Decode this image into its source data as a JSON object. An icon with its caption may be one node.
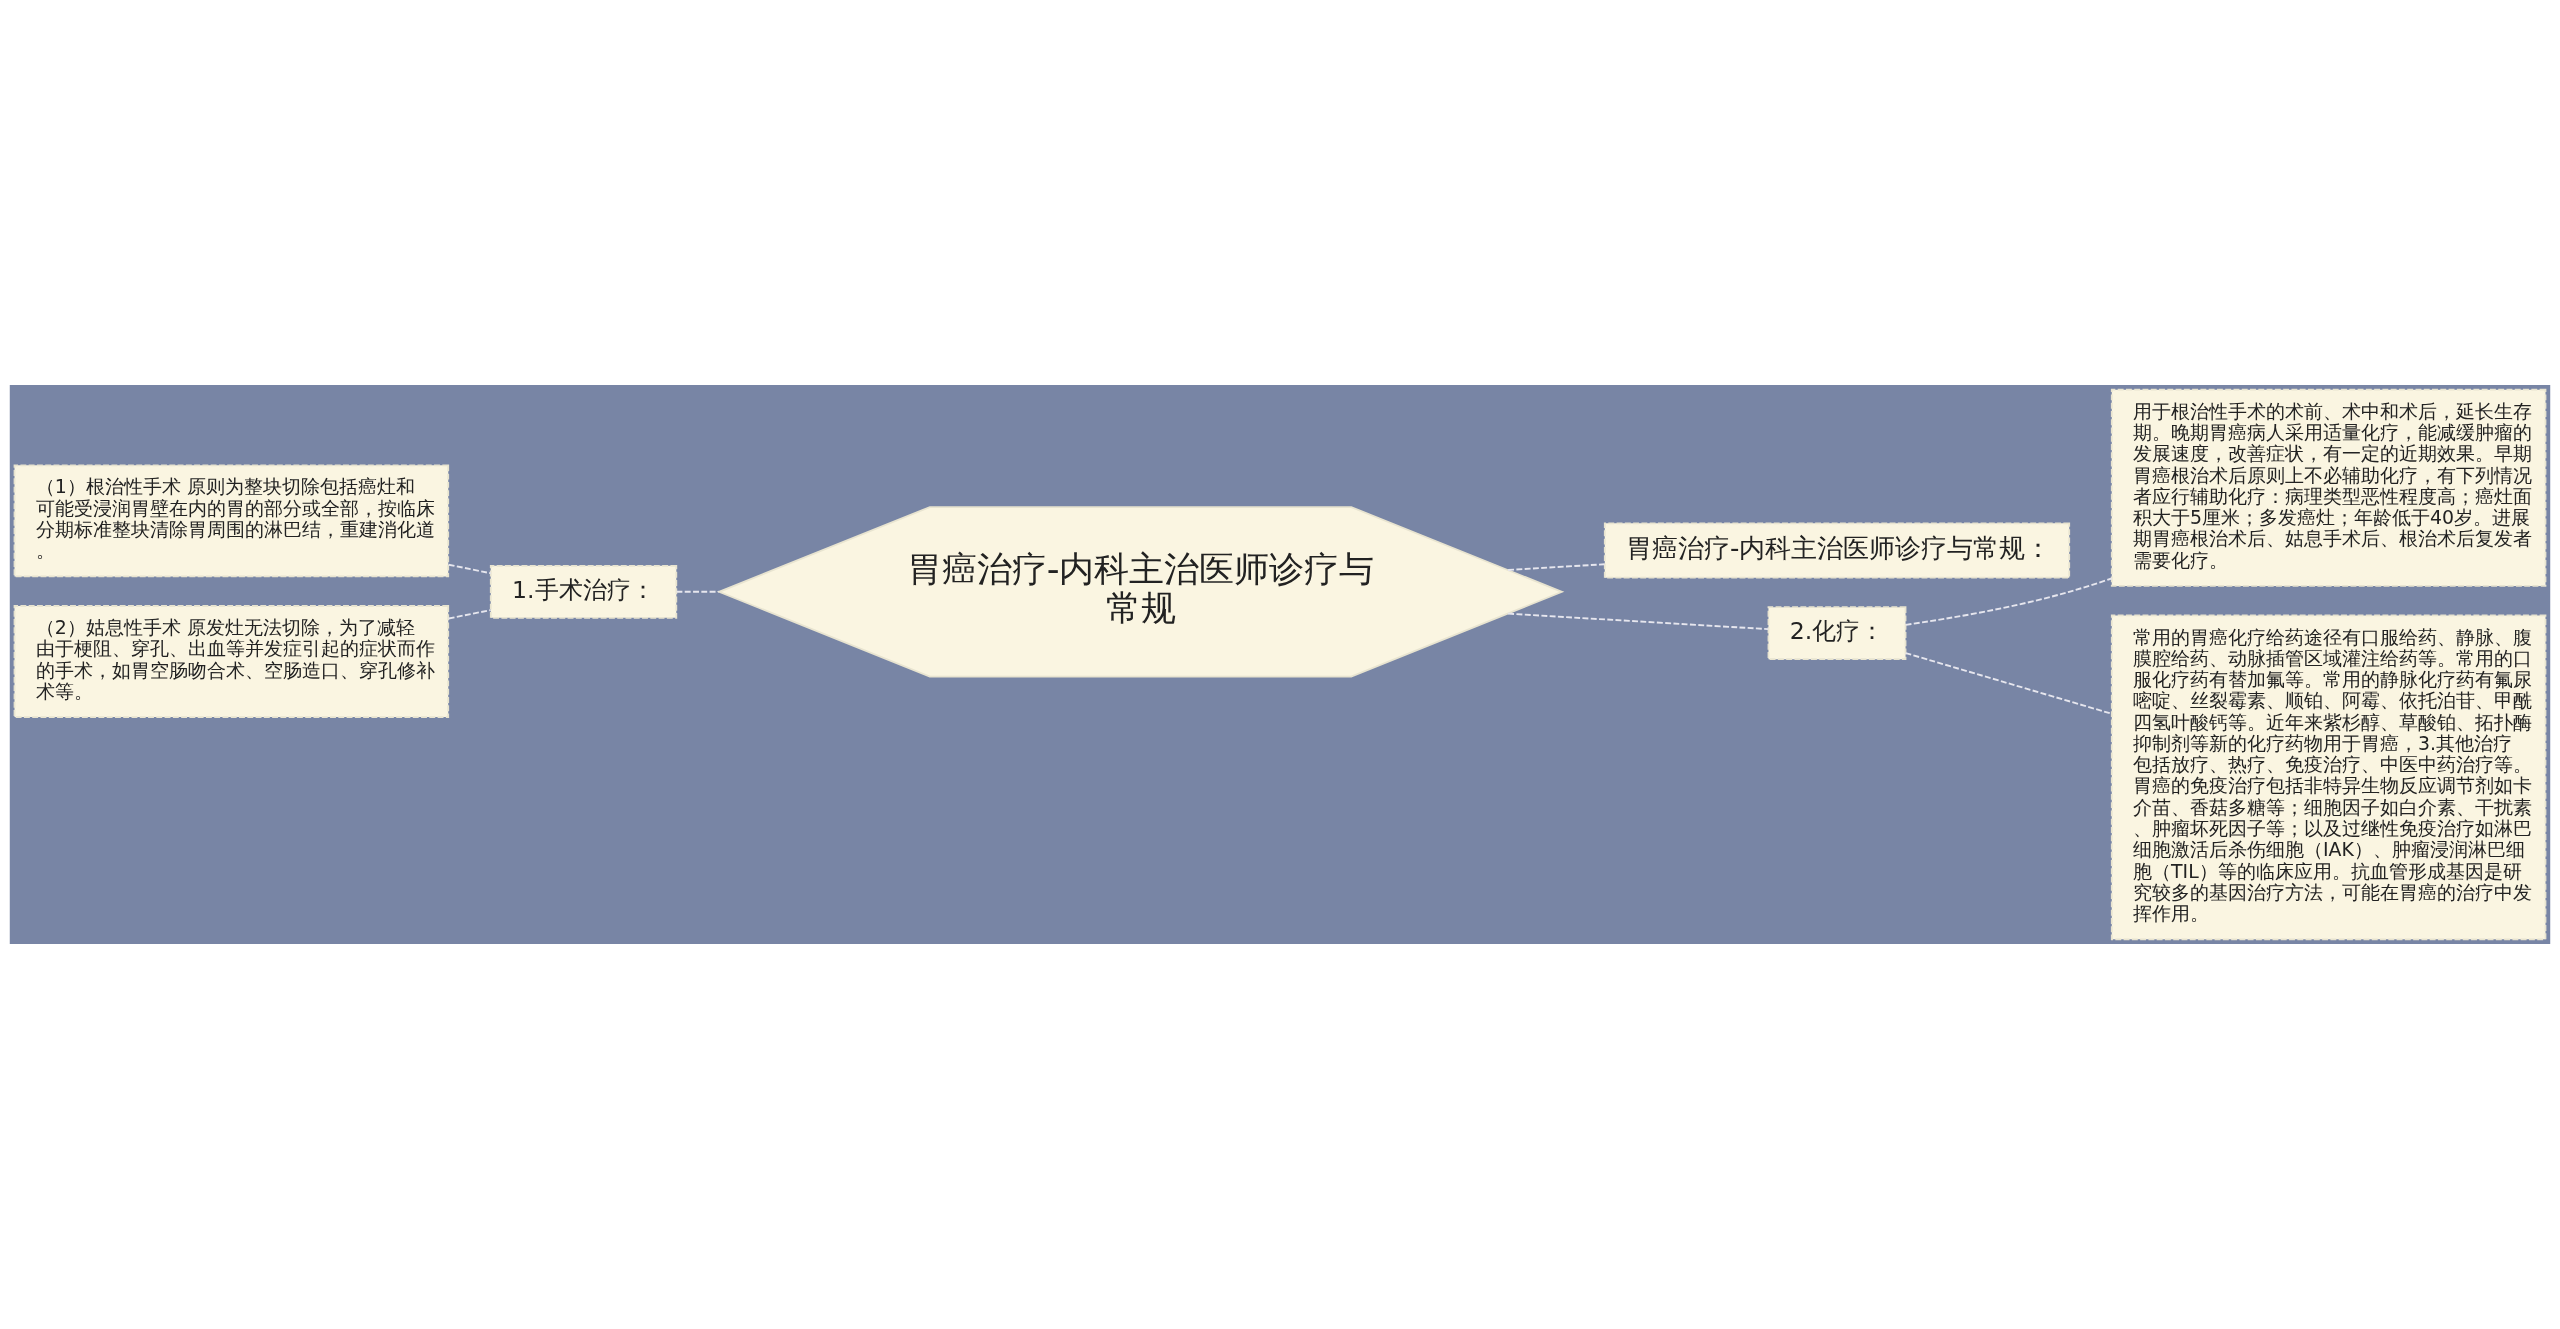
{
  "diagram": {
    "nodes": [
      {
        "text": [
          "胃癌治疗-内科主治医师诊疗与常规"
        ]
      },
      {
        "text": [
          "1.手术治疗："
        ]
      },
      {
        "text": [
          "（1）根治性手术 原则为整块切除包括癌灶和可能受浸润胃壁在内的胃的部分或全部，按临床分期标准整块清除胃周围的淋巴结，重建消化道。"
        ]
      },
      {
        "text": [
          "（2）姑息性手术 原发灶无法切除，为了减轻由于梗阻、穿孔、出血等并发症引起的症状而作的手术，如胃空肠吻合术、空肠造口、穿孔修补术等。"
        ]
      },
      {
        "text": [
          "胃癌治疗-内科主治医师诊疗与常规："
        ]
      },
      {
        "text": [
          "2.化疗："
        ]
      },
      {
        "text": [
          "用于根治性手术的术前、术中和术后，延长生存期。晚期胃癌病人采用适量化疗，能减缓肿瘤的发展速度，改善症状，有一定的近期效果。早期胃癌根治术后原则上不必辅助化疗，有下列情况者应行辅助化疗：病理类型恶性程度高；癌灶面积大于5厘米；多发癌灶；年龄低于40岁。进展期胃癌根治术后、姑息手术后、根治术后复发者需要化疗。"
        ]
      },
      {
        "text": [
          "常用的胃癌化疗给药途径有口服给药、静脉、腹膜腔给药、动脉插管区域灌注给药等。常用的口服化疗药有替加氟等。常用的静脉化疗药有氟尿嘧啶、丝裂霉素、顺铂、阿霉、依托泊苷、甲酰四氢叶酸钙等。近年来紫杉醇、草酸铂、拓扑酶抑制剂等新的化疗药物用于胃癌，3.其他治疗包括放疗、热疗、免疫治疗、中医中药治疗等。胃癌的免疫治疗包括非特异生物反应调节剂如卡介苗、香菇多糖等；细胞因子如白介素、干扰素、肿瘤坏死因子等；以及过继性免疫治疗如淋巴细胞激活后杀伤细胞（IAK）、肿瘤浸润淋巴细胞（TIL）等的临床应用。抗血管形成基因是研究较多的基因治疗方法，可能在胃癌的治疗中发挥作用。"
        ]
      }
    ],
    "edges": [
      {
        "from": 0,
        "to": 1,
        "arrow": "none",
        "style": "dashed"
      },
      {
        "from": 1,
        "to": 2,
        "arrow": "none",
        "style": "dashed"
      },
      {
        "from": 1,
        "to": 3,
        "arrow": "none",
        "style": "dashed"
      },
      {
        "from": 0,
        "to": 4,
        "arrow": "none",
        "style": "dashed"
      },
      {
        "from": 0,
        "to": 5,
        "arrow": "none",
        "style": "dashed"
      },
      {
        "from": 5,
        "to": 6,
        "arrow": "none",
        "style": "dashed"
      },
      {
        "from": 5,
        "to": 7,
        "arrow": "none",
        "style": "dashed"
      }
    ]
  }
}
